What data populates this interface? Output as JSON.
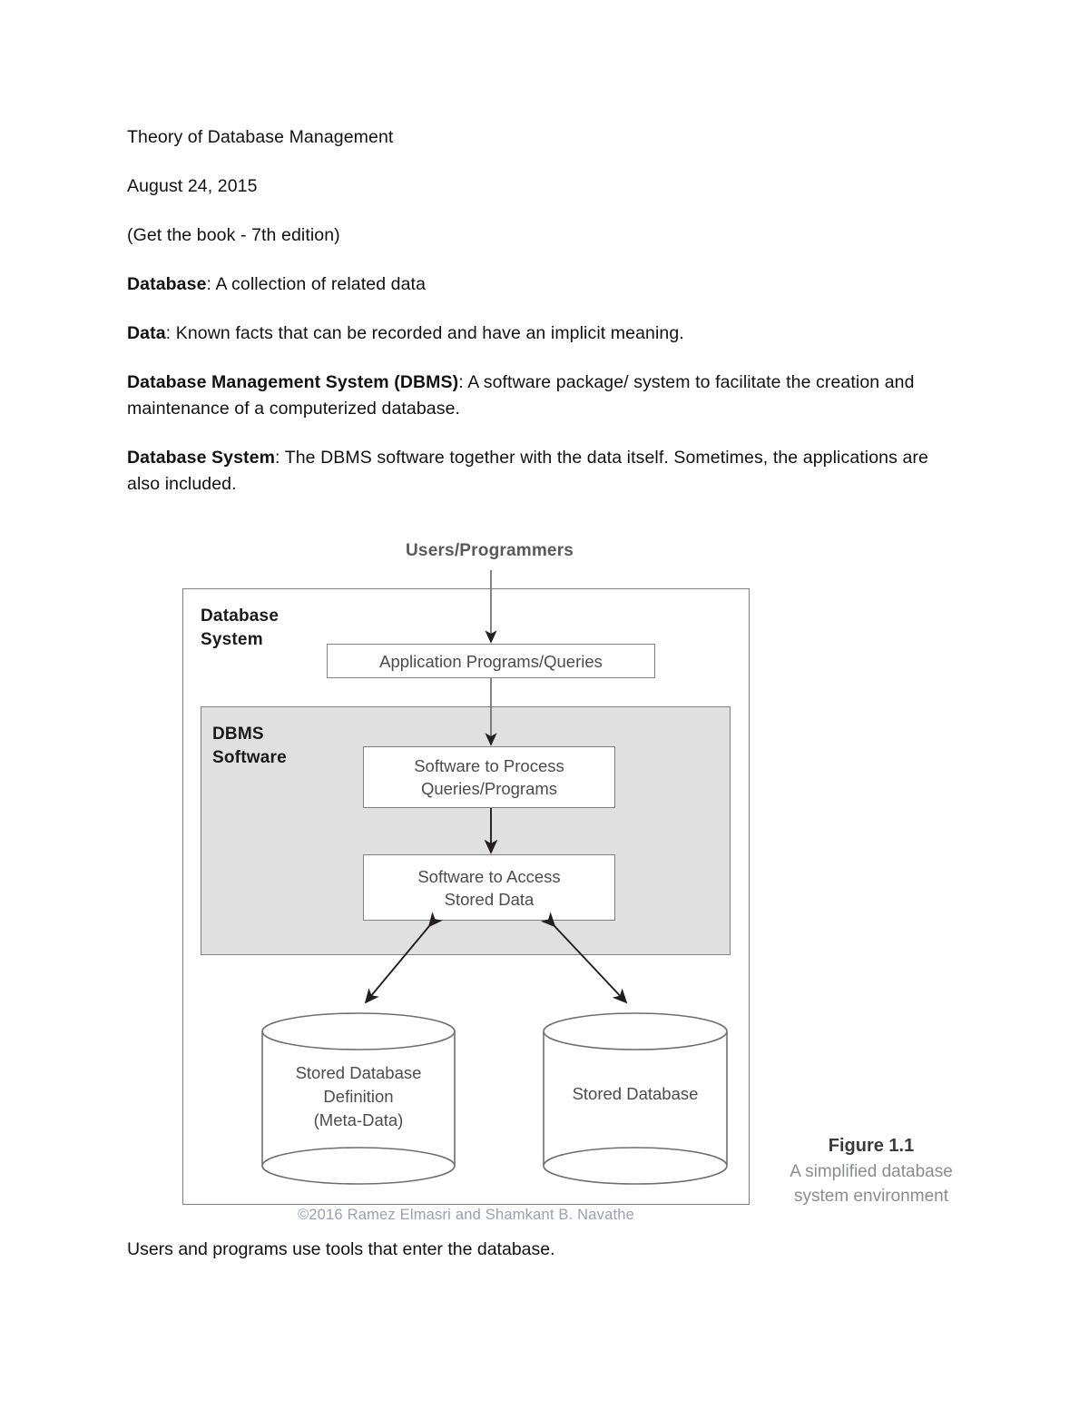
{
  "document": {
    "title_line": "Theory of Database Management",
    "date_line": "August 24, 2015",
    "note_line": "(Get the book - 7th edition)",
    "definitions": [
      {
        "term": "Database",
        "body": ": A collection of related data"
      },
      {
        "term": "Data",
        "body": ": Known facts that can be recorded and have an implicit meaning."
      },
      {
        "term": "Database Management System (DBMS)",
        "body": ": A software package/ system to facilitate the creation and maintenance of a computerized database."
      },
      {
        "term": "Database System",
        "body": ": The DBMS software together with the data itself.  Sometimes, the applications are also included."
      }
    ],
    "closing_line": "Users and programs use tools that enter the database."
  },
  "figure": {
    "top_label": "Users/Programmers",
    "outer_label": "Database\nSystem",
    "outer_label_line1": "Database",
    "outer_label_line2": "System",
    "dbms_label_line1": "DBMS",
    "dbms_label_line2": "Software",
    "nodes": {
      "application": "Application Programs/Queries",
      "process_line1": "Software to Process",
      "process_line2": "Queries/Programs",
      "access_line1": "Software to Access",
      "access_line2": "Stored Data"
    },
    "cylinders": {
      "left_line1": "Stored Database",
      "left_line2": "Definition",
      "left_line3": "(Meta-Data)",
      "right_line1": "Stored Database"
    },
    "caption_number": "Figure 1.1",
    "caption_text_line1": "A simplified database",
    "caption_text_line2": "system environment",
    "copyright": "©2016 Ramez Elmasri and Shamkant B. Navathe",
    "colors": {
      "dbms_fill": "#e0e0e0",
      "box_stroke": "#808285",
      "node_text": "#4c4c4e",
      "caption_gray": "#8a8c8e",
      "copyright_gray": "#9aa0b0"
    }
  }
}
